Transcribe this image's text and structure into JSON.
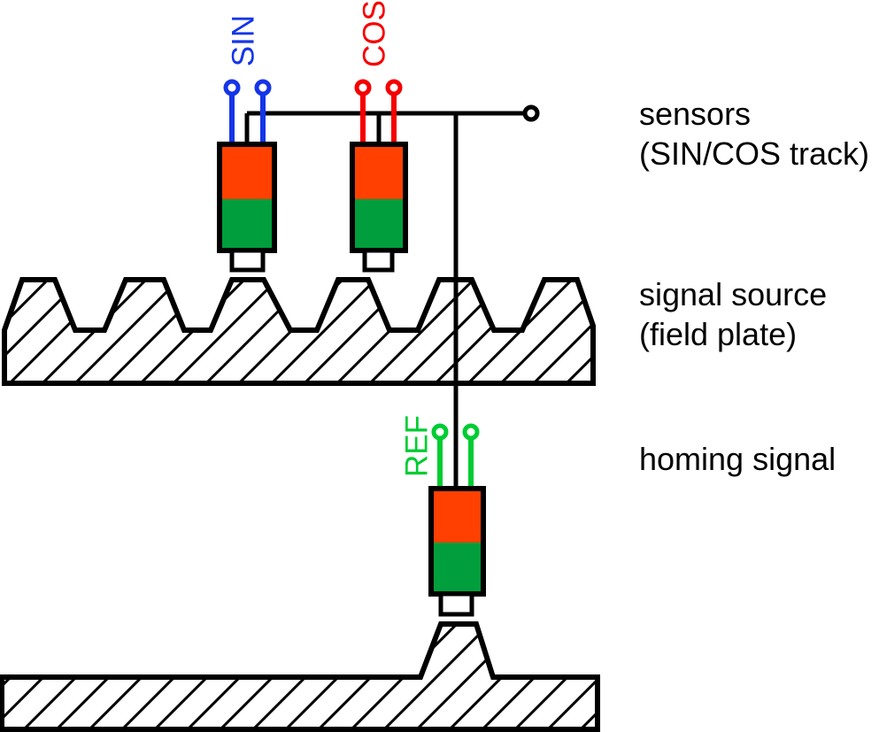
{
  "diagram": {
    "labels": {
      "sin": "SIN",
      "cos": "COS",
      "ref": "REF",
      "sensors_caption_line1": "sensors",
      "sensors_caption_line2": "(SIN/COS track)",
      "source_caption_line1": "signal source",
      "source_caption_line2": "(field plate)",
      "homing_caption": "homing signal"
    },
    "colors": {
      "sin_blue": "#1535E8",
      "cos_red": "#F50000",
      "ref_green": "#00CC33",
      "sensor_orange": "#FF4000",
      "sensor_green": "#009E3C",
      "line_black": "#000000",
      "background": "#FFFFFF"
    }
  }
}
